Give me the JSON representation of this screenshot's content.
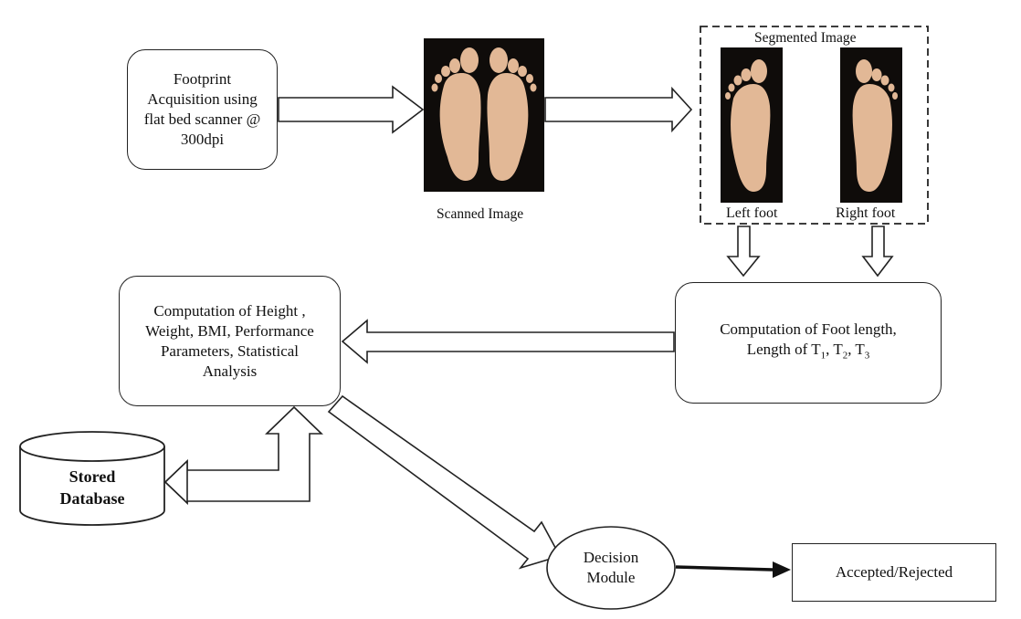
{
  "nodes": {
    "acquisition": "Footprint Acquisition using flat bed scanner @ 300dpi",
    "scanned_caption": "Scanned Image",
    "segmented_title": "Segmented Image",
    "left_foot": "Left foot",
    "right_foot": "Right foot",
    "foot_length_line1": "Computation of Foot length,",
    "foot_length_line2_prefix": "Length of T",
    "t1": "1",
    "t2": "2",
    "t3": "3",
    "height_computation": "Computation of Height , Weight, BMI, Performance Parameters, Statistical Analysis",
    "database_line1": "Stored",
    "database_line2": "Database",
    "decision_line1": "Decision",
    "decision_line2": "Module",
    "result": "Accepted/Rejected"
  },
  "colors": {
    "skin": "#e2b896",
    "skin_shadow": "#c99976",
    "photo_bg": "#0f0c0a",
    "stroke": "#222222"
  }
}
